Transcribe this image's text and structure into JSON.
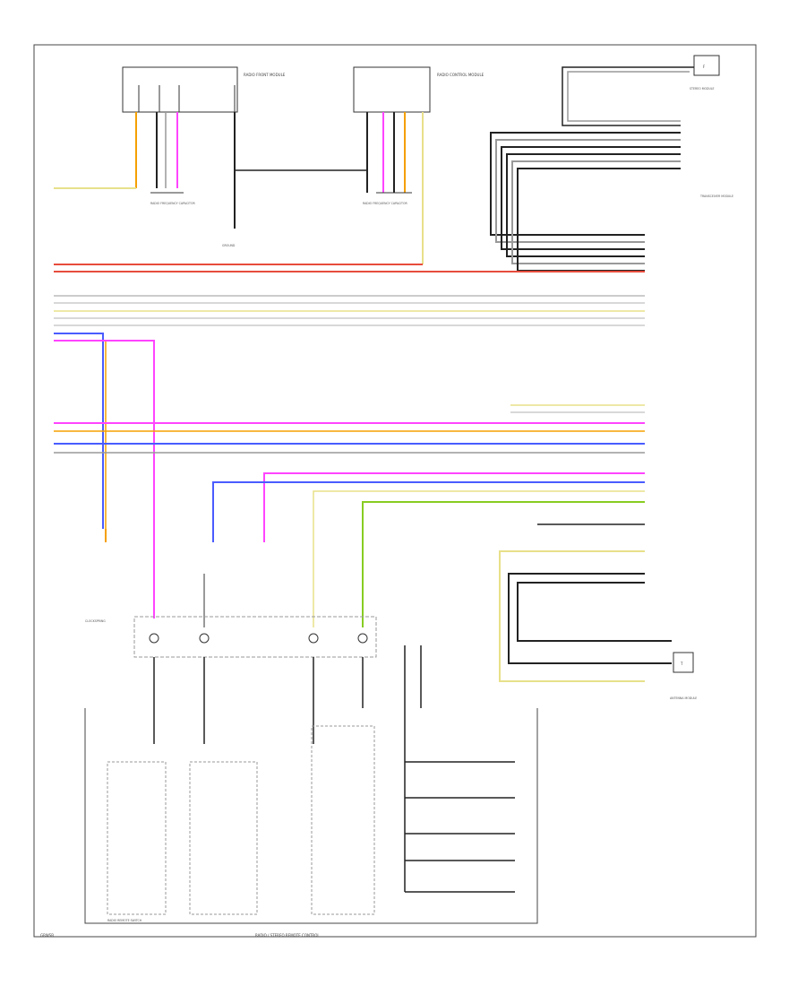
{
  "diagram": {
    "footer_left": "GRWSB",
    "footer_center": "RADIO / STEREO REMOTE CONTROL",
    "fuse_mark": "F",
    "terminal_mark": "T",
    "colors": {
      "wire_red": "#e74c3c",
      "wire_pink": "#ff44ff",
      "wire_blue": "#4a5cff",
      "wire_orange": "#f5a000",
      "wire_yellow": "#e8e08a",
      "wire_green": "#88cc22",
      "wire_black": "#222222",
      "wire_gray": "#999999"
    },
    "components": [
      {
        "id": "module-left",
        "label": "RADIO FRONT MODULE"
      },
      {
        "id": "module-right",
        "label": "RADIO CONTROL MODULE"
      },
      {
        "id": "capacitor-left",
        "label": "RADIO FREQUENCY CAPACITOR"
      },
      {
        "id": "capacitor-right",
        "label": "RADIO FREQUENCY CAPACITOR"
      },
      {
        "id": "ground-left",
        "label": "GROUND"
      },
      {
        "id": "upper-right-module",
        "label": "STEREO MODULE"
      },
      {
        "id": "mid-right-module",
        "label": "TRANSCEIVER MODULE"
      },
      {
        "id": "clockspring",
        "label": "CLOCKSPRING"
      },
      {
        "id": "remote-switch",
        "label": "RADIO REMOTE SWITCH"
      },
      {
        "id": "antenna-module",
        "label": "ANTENNA MODULE"
      }
    ]
  }
}
